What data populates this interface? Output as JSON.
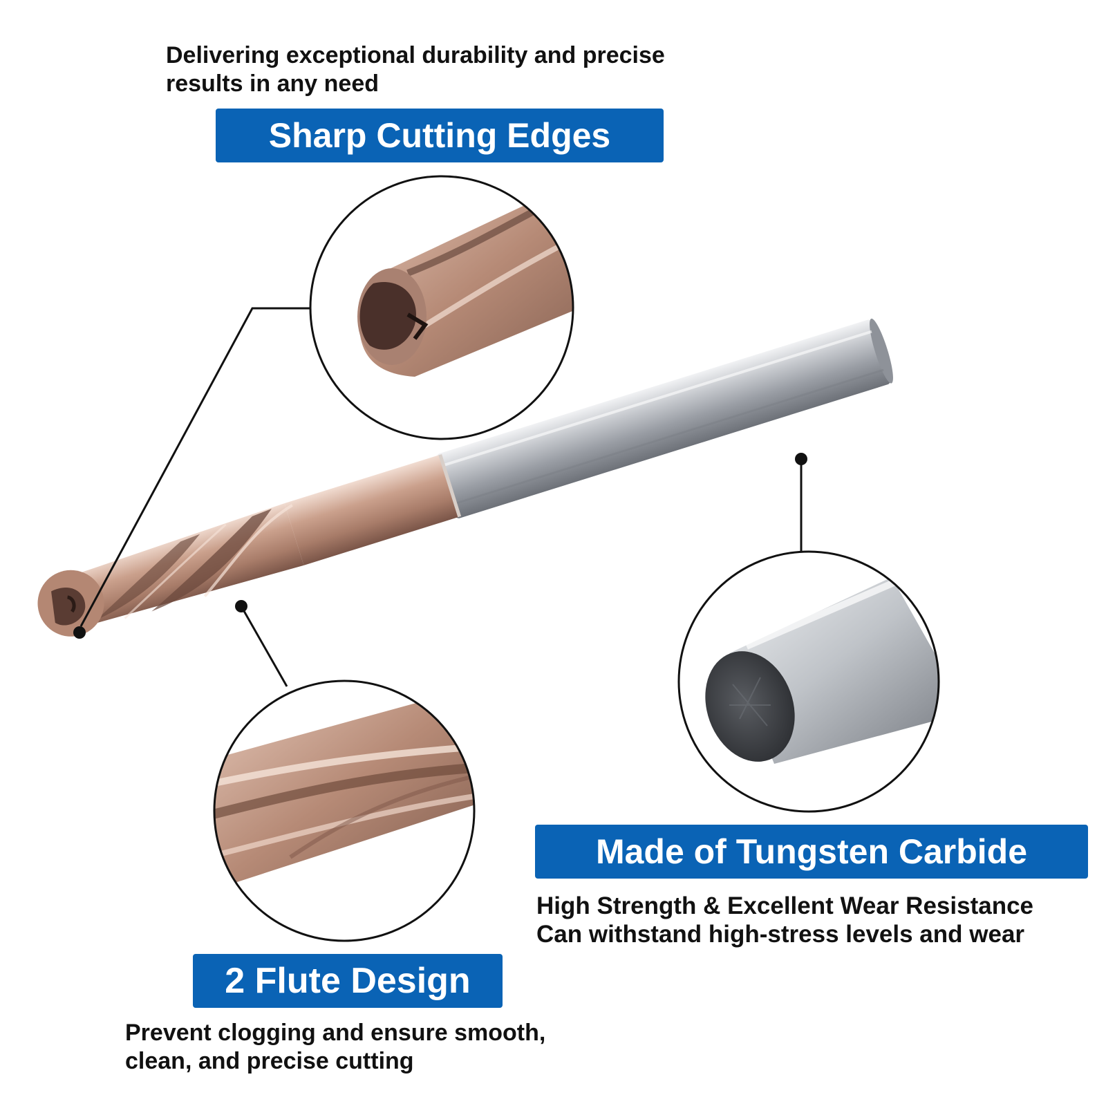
{
  "intro": {
    "line1": "Delivering exceptional durability and precise",
    "line2": "results in any need"
  },
  "features": {
    "cutting_edges": {
      "title": "Sharp Cutting Edges"
    },
    "material": {
      "title": "Made of Tungsten Carbide",
      "line1": "High Strength & Excellent Wear Resistance",
      "line2": "Can withstand high-stress levels and wear"
    },
    "flutes": {
      "title": "2 Flute Design",
      "line1": "Prevent clogging and ensure smooth,",
      "line2": "clean, and precise cutting"
    }
  },
  "colors": {
    "banner": "#0a63b5",
    "banner_text": "#ffffff",
    "body_text": "#111111",
    "coating": "#b98c78",
    "shank": "#a9adb4"
  }
}
